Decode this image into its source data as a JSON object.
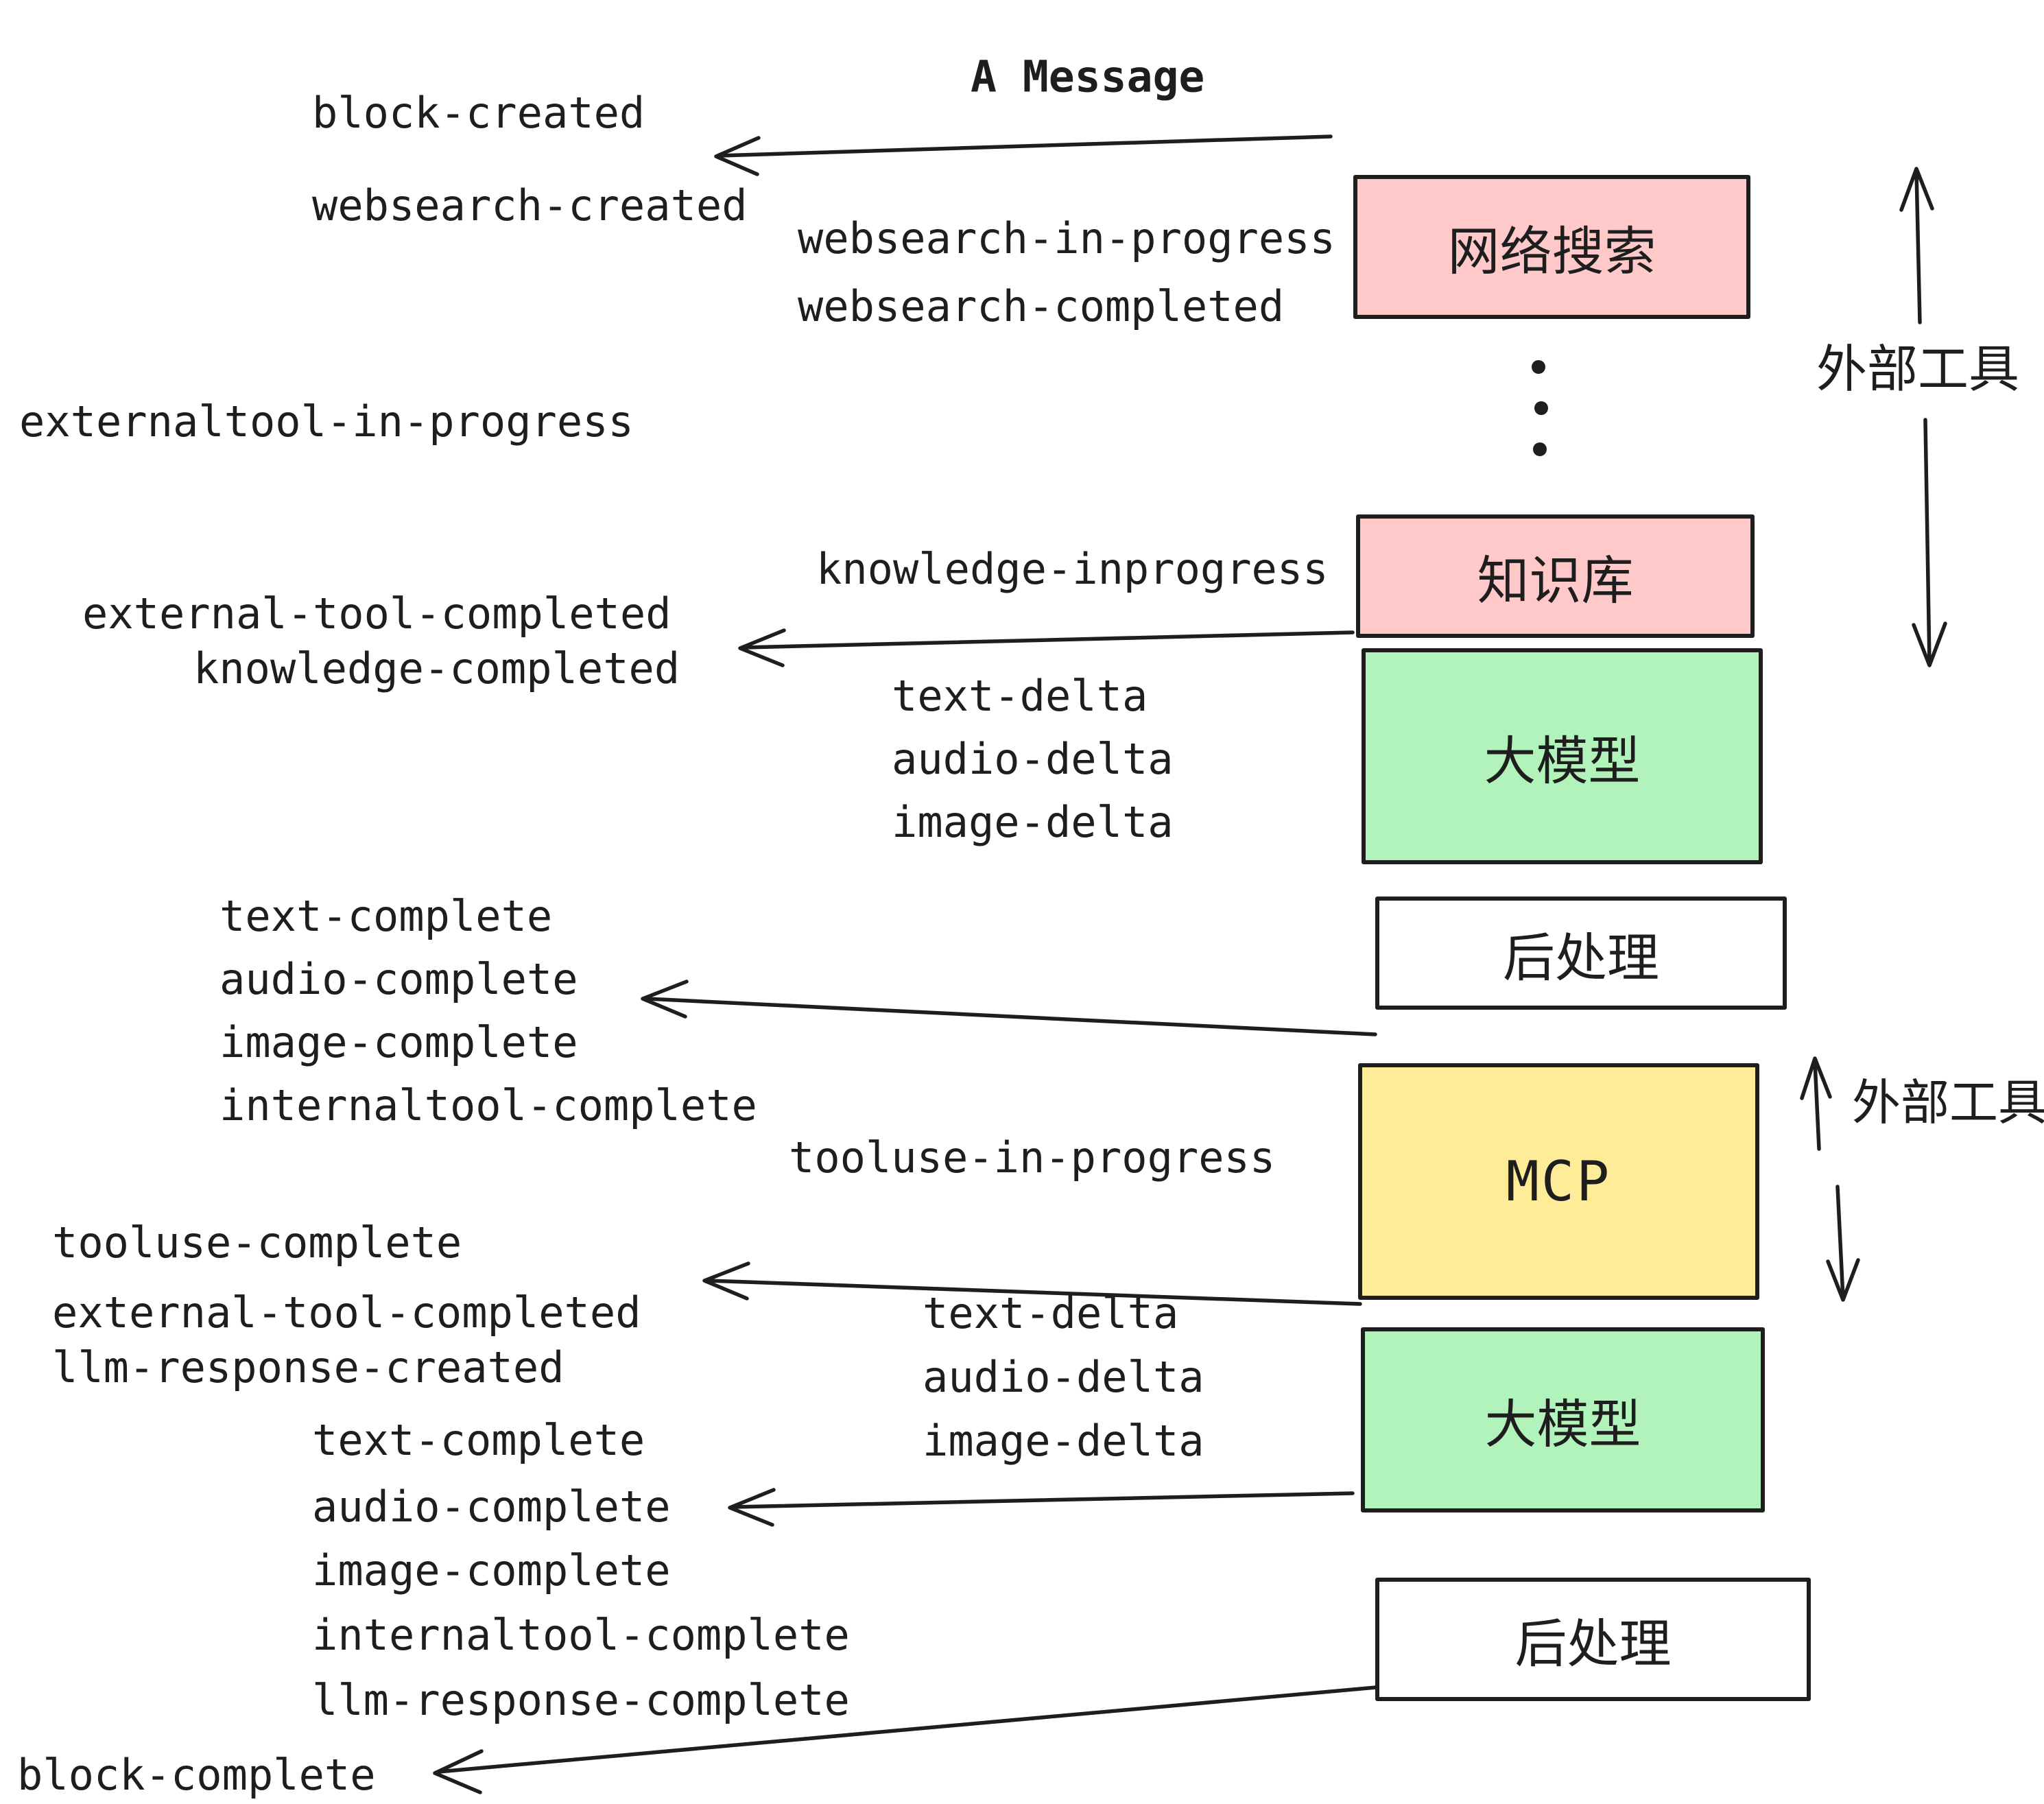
{
  "title": "A Message",
  "colors": {
    "pink": "#FFC9C9",
    "green": "#B2F2BB",
    "yellow": "#FFEC99",
    "white": "#FFFFFF",
    "ink": "#1E1E1E"
  },
  "boxes": [
    {
      "id": "websearch",
      "label": "网络搜索",
      "color": "pink"
    },
    {
      "id": "knowledge",
      "label": "知识库",
      "color": "pink"
    },
    {
      "id": "llm1",
      "label": "大模型",
      "color": "green"
    },
    {
      "id": "post1",
      "label": "后处理",
      "color": "white"
    },
    {
      "id": "mcp",
      "label": "MCP",
      "color": "yellow"
    },
    {
      "id": "llm2",
      "label": "大模型",
      "color": "green"
    },
    {
      "id": "post2",
      "label": "后处理",
      "color": "white"
    }
  ],
  "side_labels": [
    {
      "label": "外部工具"
    },
    {
      "label": "外部工具"
    }
  ],
  "icons": {
    "vertical_ellipsis": "⋮"
  },
  "events": {
    "block_created": "block-created",
    "websearch_created": "websearch-created",
    "websearch_in_progress": "websearch-in-progress",
    "websearch_completed": "websearch-completed",
    "externaltool_in_progress": "externaltool-in-progress",
    "knowledge_inprogress": "knowledge-inprogress",
    "external_tool_completed": "external-tool-completed",
    "knowledge_completed": "knowledge-completed",
    "text_delta": "text-delta",
    "audio_delta": "audio-delta",
    "image_delta": "image-delta",
    "text_complete": "text-complete",
    "audio_complete": "audio-complete",
    "image_complete": "image-complete",
    "internaltool_complete": "internaltool-complete",
    "tooluse_in_progress": "tooluse-in-progress",
    "tooluse_complete": "tooluse-complete",
    "llm_response_created": "llm-response-created",
    "llm_response_complete": "llm-response-complete",
    "block_complete": "block-complete"
  }
}
